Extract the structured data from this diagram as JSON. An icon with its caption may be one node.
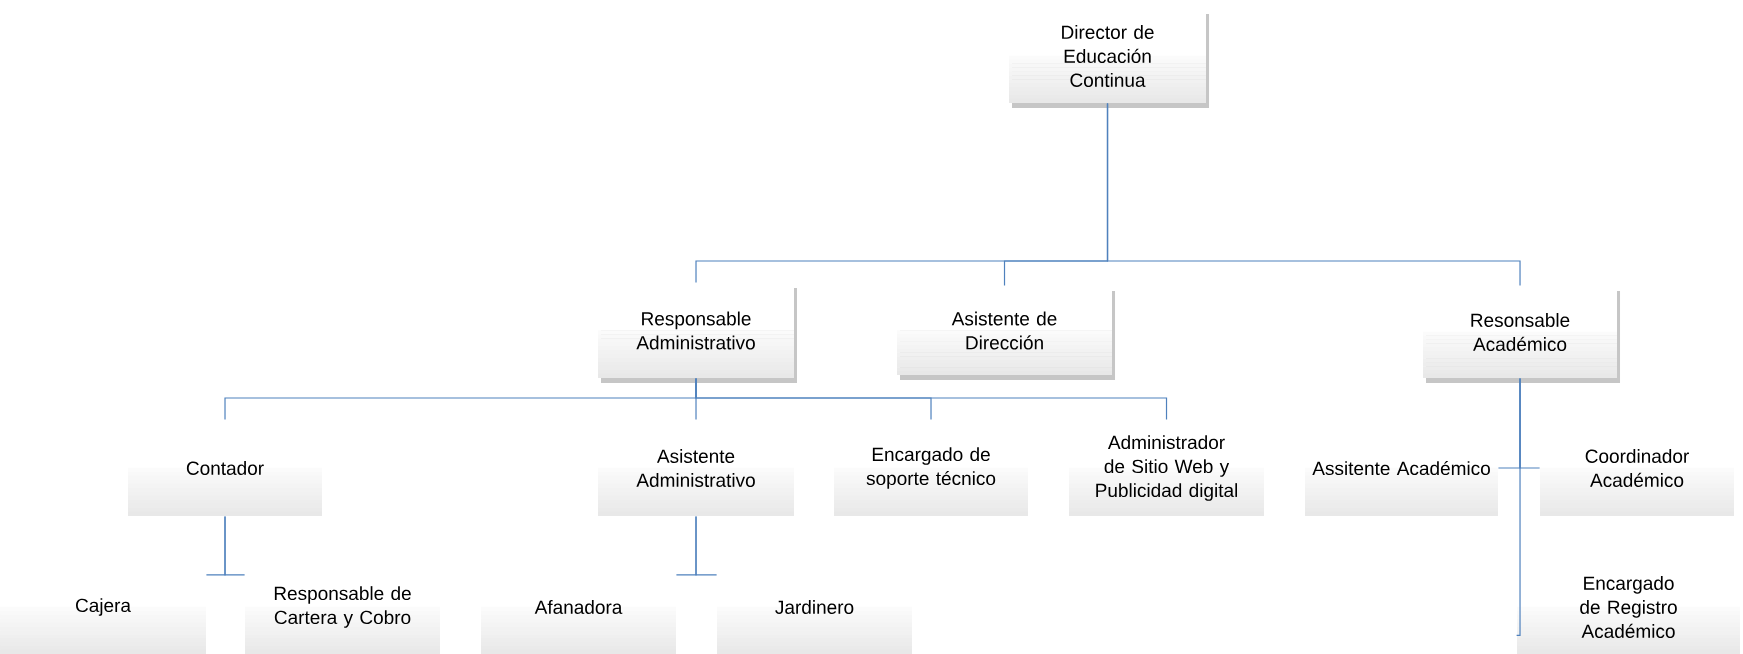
{
  "diagram": {
    "nodes": [
      {
        "text": [
          "Director de Educación Continua"
        ]
      },
      {
        "text": [
          "Responsable Administrativo"
        ]
      },
      {
        "text": [
          "Asistente de Dirección"
        ]
      },
      {
        "text": [
          "Resonsable Académico"
        ]
      },
      {
        "text": [
          "Contador"
        ]
      },
      {
        "text": [
          "Asistente Administrativo"
        ]
      },
      {
        "text": [
          "Encargado de soporte técnico"
        ]
      },
      {
        "text": [
          "Administrador de Sitio Web y Publicidad digital"
        ]
      },
      {
        "text": [
          "Assitente Académico"
        ]
      },
      {
        "text": [
          "Coordinador Académico"
        ]
      },
      {
        "text": [
          "Cajera"
        ]
      },
      {
        "text": [
          "Responsable de Cartera y Cobro"
        ]
      },
      {
        "text": [
          "Afanadora"
        ]
      },
      {
        "text": [
          "Jardinero"
        ]
      },
      {
        "text": [
          "Encargado de Registro Académico"
        ]
      }
    ],
    "edges": [
      {
        "from": 0,
        "to": 1,
        "arrow": "none"
      },
      {
        "from": 0,
        "to": 2,
        "arrow": "none"
      },
      {
        "from": 0,
        "to": 3,
        "arrow": "none"
      },
      {
        "from": 1,
        "to": 4,
        "arrow": "none"
      },
      {
        "from": 1,
        "to": 5,
        "arrow": "none"
      },
      {
        "from": 1,
        "to": 6,
        "arrow": "none"
      },
      {
        "from": 1,
        "to": 7,
        "arrow": "none"
      },
      {
        "from": 3,
        "to": 8,
        "arrow": "none"
      },
      {
        "from": 3,
        "to": 9,
        "arrow": "none"
      },
      {
        "from": 4,
        "to": 10,
        "arrow": "none"
      },
      {
        "from": 4,
        "to": 11,
        "arrow": "none"
      },
      {
        "from": 5,
        "to": 12,
        "arrow": "none"
      },
      {
        "from": 5,
        "to": 13,
        "arrow": "none"
      },
      {
        "from": 3,
        "to": 14,
        "arrow": "none"
      }
    ]
  }
}
